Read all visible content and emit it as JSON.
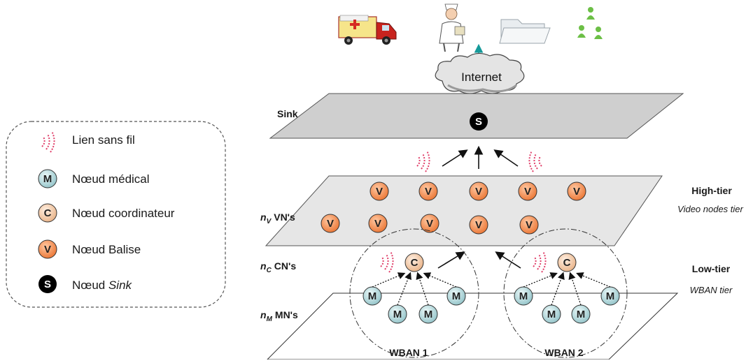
{
  "legend": {
    "items": [
      {
        "icon": "wireless-link-icon",
        "label": "Lien sans fil"
      },
      {
        "icon": "medical-node-icon",
        "letter": "M",
        "label": "Nœud médical"
      },
      {
        "icon": "coordinator-node-icon",
        "letter": "C",
        "label": "Nœud coordinateur"
      },
      {
        "icon": "beacon-node-icon",
        "letter": "V",
        "label": "Nœud Balise"
      },
      {
        "icon": "sink-node-icon",
        "letter": "S",
        "label_prefix": "Nœud ",
        "label_italic": "Sink"
      }
    ]
  },
  "top_icons": [
    "ambulance-icon",
    "nurse-icon",
    "folder-icon",
    "users-icon"
  ],
  "internet_label": "Internet",
  "layers": {
    "sink": "Sink",
    "vn": {
      "sym": "n",
      "sub": "V",
      "text": "VN's"
    },
    "cn": {
      "sym": "n",
      "sub": "C",
      "text": "CN's"
    },
    "mn": {
      "sym": "n",
      "sub": "M",
      "text": "MN's"
    }
  },
  "tiers": {
    "high": {
      "title": "High-tier",
      "subtitle": "Video nodes tier"
    },
    "low": {
      "title": "Low-tier",
      "subtitle": "WBAN tier"
    }
  },
  "wban_labels": [
    "WBAN 1",
    "WBAN 2"
  ],
  "node_letters": {
    "sink": "S",
    "video": "V",
    "coordinator": "C",
    "medical": "M"
  },
  "colors": {
    "video_fill": "#f08a4b",
    "coordinator_fill": "#f6c9a4",
    "medical_fill": "#b9dde0",
    "sink_fill": "#000000",
    "plane_fill": "#cfcfcf",
    "wireless": "#e0406a",
    "arrow_teal": "#159a9a"
  }
}
